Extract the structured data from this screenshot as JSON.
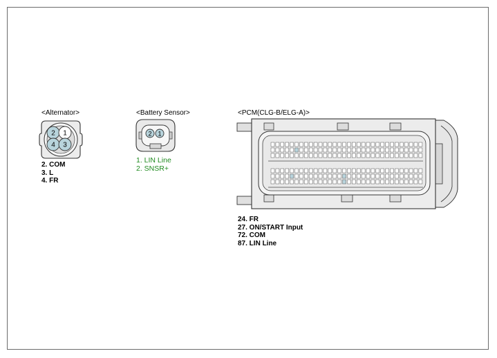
{
  "connectors": {
    "alternator": {
      "title": "<Alternator>",
      "pin_numbers": [
        "1",
        "2",
        "3",
        "4"
      ],
      "pins": [
        "2. COM",
        "3. L",
        "4. FR"
      ]
    },
    "battery_sensor": {
      "title": "<Battery Sensor>",
      "pin_numbers": [
        "1",
        "2"
      ],
      "pins": [
        "1. LIN Line",
        "2. SNSR+"
      ],
      "pin_text_color": "#1f8a1f"
    },
    "pcm": {
      "title": "<PCM(CLG-B/ELG-A)>",
      "pins": [
        "24. FR",
        "27. ON/START Input",
        "72. COM",
        "87. LIN Line"
      ]
    }
  },
  "colors": {
    "pin_fill": "#b8d4dc",
    "connector_body": "#e6e6e6",
    "outline": "#333333"
  }
}
